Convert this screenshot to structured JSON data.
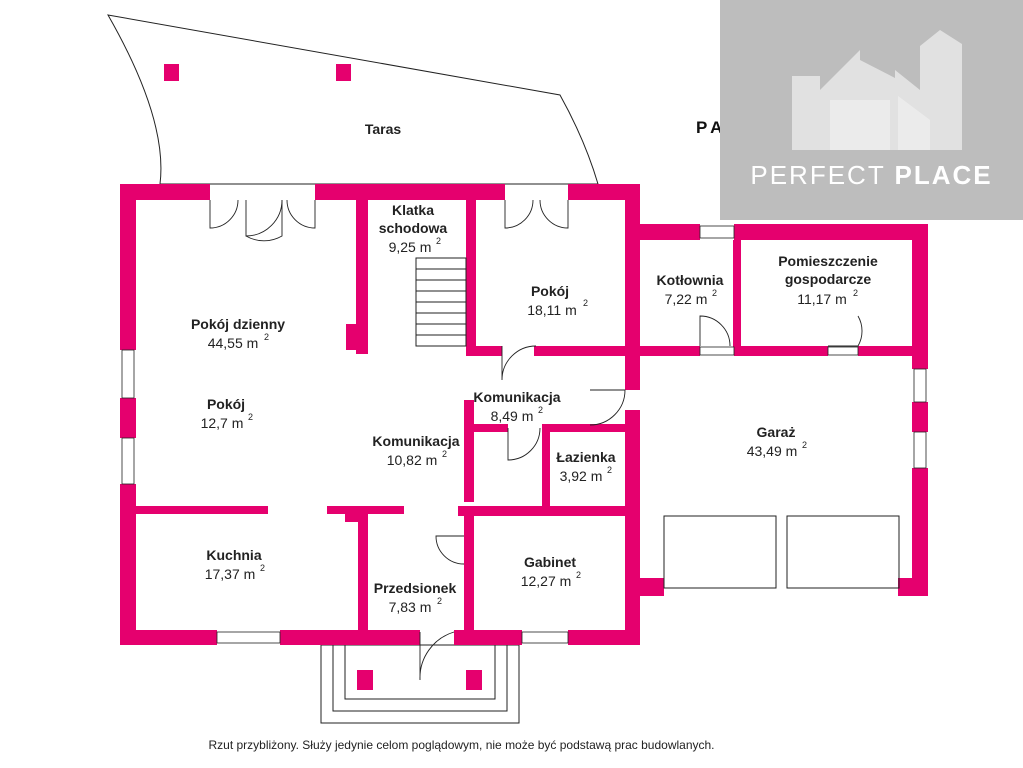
{
  "floor_label": "PARTER",
  "brand": {
    "name_light": "PERFECT",
    "name_bold": "PLACE"
  },
  "disclaimer": "Rzut przybliżony. Służy jedynie celom poglądowym, nie może być podstawą prac budowlanych.",
  "area_sup": "2",
  "colors": {
    "wall": "#e5006e",
    "logo_bg": "#bdbdbd",
    "line": "#222222"
  },
  "rooms": {
    "taras": {
      "name": "Taras"
    },
    "klatka": {
      "name1": "Klatka",
      "name2": "schodowa",
      "area": "9,25 m"
    },
    "pokoj_dzienny": {
      "name": "Pokój dzienny",
      "area": "44,55 m"
    },
    "pokoj_left": {
      "name": "Pokój",
      "area": "12,7 m"
    },
    "pokoj_top": {
      "name": "Pokój",
      "area": "18,11 m"
    },
    "kotlownia": {
      "name": "Kotłownia",
      "area": "7,22 m"
    },
    "pomieszczenie": {
      "name1": "Pomieszczenie",
      "name2": "gospodarcze",
      "area": "11,17 m"
    },
    "komunikacja_right": {
      "name": "Komunikacja",
      "area": "8,49 m"
    },
    "komunikacja_center": {
      "name": "Komunikacja",
      "area": "10,82 m"
    },
    "lazienka": {
      "name": "Łazienka",
      "area": "3,92 m"
    },
    "garaz": {
      "name": "Garaż",
      "area": "43,49 m"
    },
    "kuchnia": {
      "name": "Kuchnia",
      "area": "17,37 m"
    },
    "przedsionek": {
      "name": "Przedsionek",
      "area": "7,83 m"
    },
    "gabinet": {
      "name": "Gabinet",
      "area": "12,27 m"
    }
  }
}
